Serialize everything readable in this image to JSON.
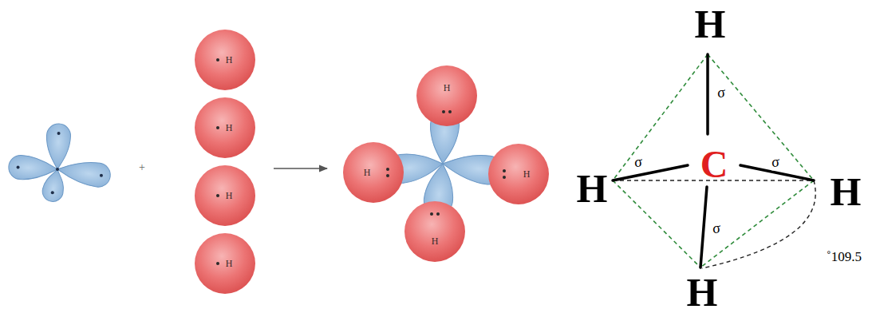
{
  "diagram": {
    "nodes": [
      {
        "text": [
          "H"
        ]
      },
      {
        "text": [
          "H"
        ]
      },
      {
        "text": [
          "H"
        ]
      },
      {
        "text": [
          "H"
        ]
      },
      {
        "text": [
          "H"
        ]
      },
      {
        "text": [
          "H"
        ]
      },
      {
        "text": [
          "H"
        ]
      },
      {
        "text": [
          "H"
        ]
      }
    ],
    "labels": [
      "+",
      "H",
      "σ",
      "H",
      "σ",
      "C",
      "σ",
      "H",
      "σ",
      "H",
      "˚109.5"
    ]
  }
}
